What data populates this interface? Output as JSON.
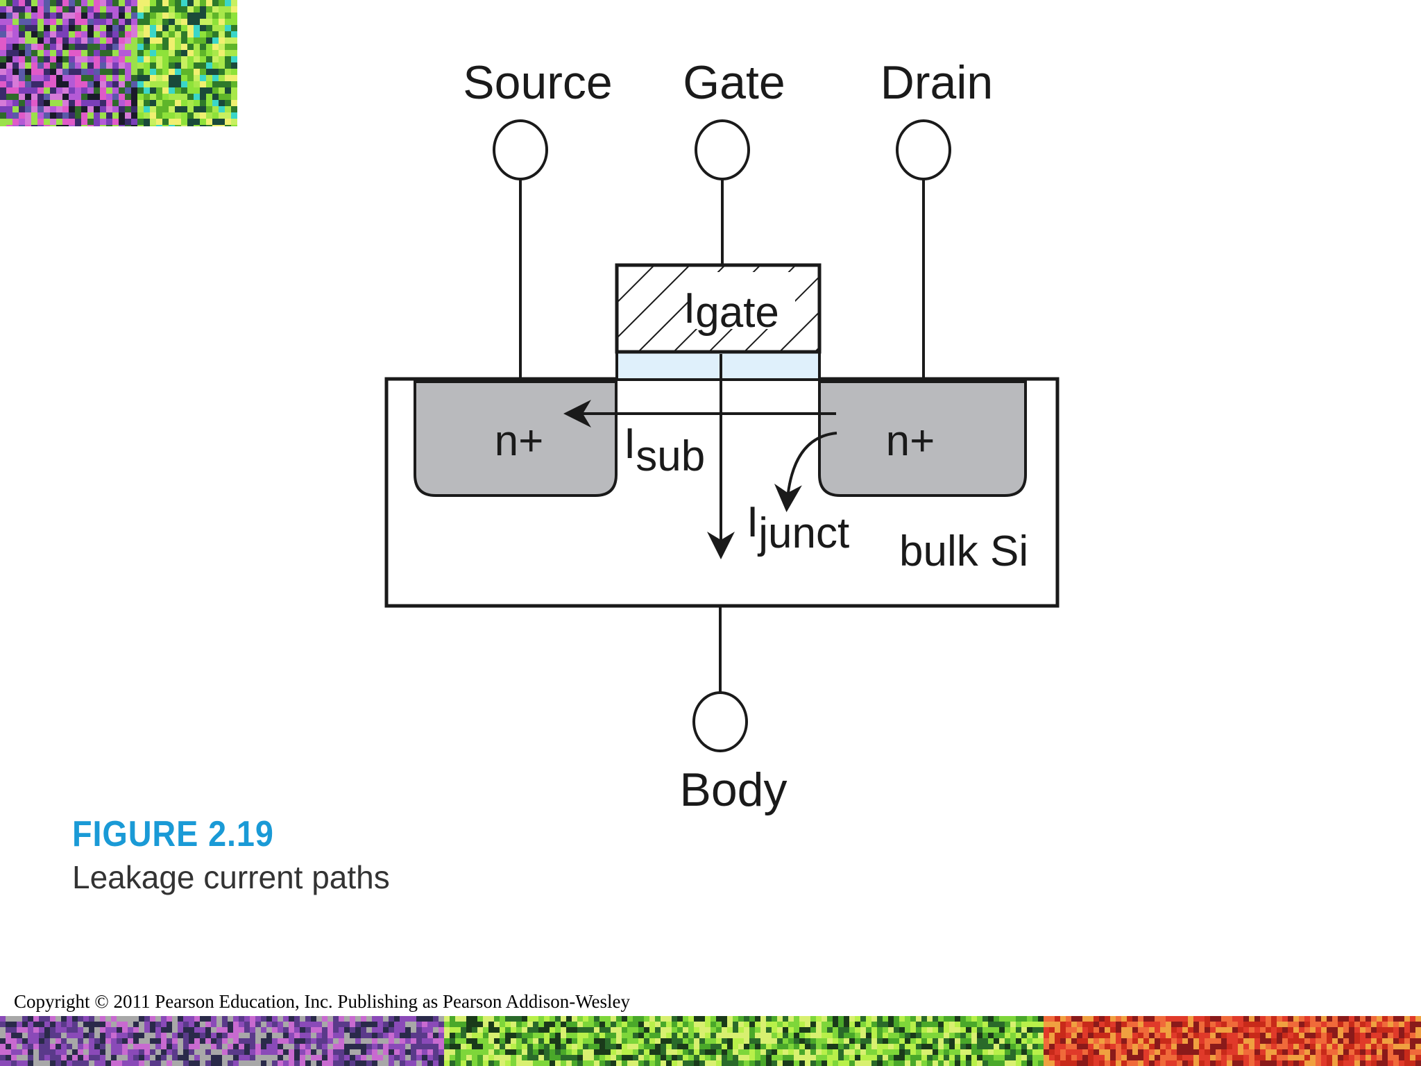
{
  "terminals": {
    "source": "Source",
    "gate": "Gate",
    "drain": "Drain",
    "body": "Body"
  },
  "regions": {
    "source_diffusion": "n+",
    "drain_diffusion": "n+",
    "substrate": "bulk Si"
  },
  "currents": {
    "gate": {
      "base": "I",
      "sub": "gate"
    },
    "subthreshold": {
      "base": "I",
      "sub": "sub"
    },
    "junction": {
      "base": "I",
      "sub": "junct"
    }
  },
  "figure": {
    "number": "FIGURE 2.19",
    "caption": "Leakage current paths"
  },
  "footer": {
    "copyright": "Copyright © 2011 Pearson Education, Inc. Publishing as Pearson Addison-Wesley"
  },
  "colors": {
    "figure_number": "#1a9ad6",
    "diffusion_fill": "#b9babd",
    "oxide_fill": "#dff0fb",
    "stroke": "#1a1a1a"
  }
}
